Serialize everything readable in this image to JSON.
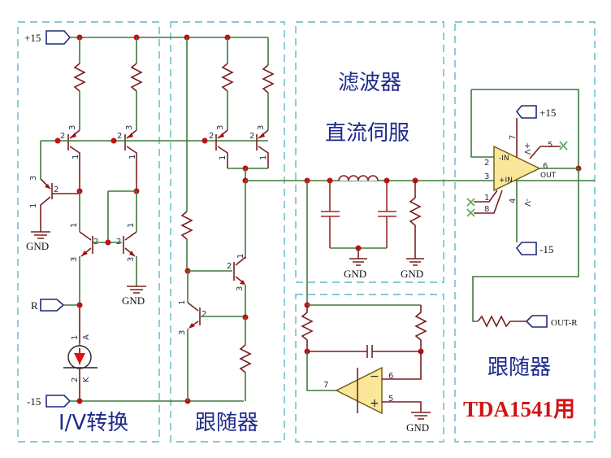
{
  "diagram": {
    "title": "TDA1541 I/V + follower + filter + DC servo schematic",
    "sections": [
      {
        "id": "iv",
        "label": "I/V转换"
      },
      {
        "id": "follower1",
        "label": "跟随器"
      },
      {
        "id": "filter",
        "label_line1": "滤波器",
        "label_line2": "直流伺服"
      },
      {
        "id": "follower2",
        "label": "跟随器",
        "note": "TDA1541用"
      }
    ],
    "ports": {
      "pos15": "+15",
      "neg15": "-15",
      "r_in": "R",
      "opamp_pos": "+15",
      "opamp_neg": "-15",
      "out": "OUT-R"
    },
    "gnd_label": "GND",
    "pins": {
      "p1": "1",
      "p2": "2",
      "p3": "3",
      "p4": "4",
      "p5": "5",
      "p6": "6",
      "p7": "7",
      "p8": "8",
      "diode_a": "A",
      "diode_k": "K"
    },
    "opamp_labels": {
      "inv": "-IN",
      "noninv": "+IN",
      "out": "OUT",
      "vpos": "+V",
      "vneg": "-V",
      "minus": "−",
      "plus": "+"
    }
  }
}
